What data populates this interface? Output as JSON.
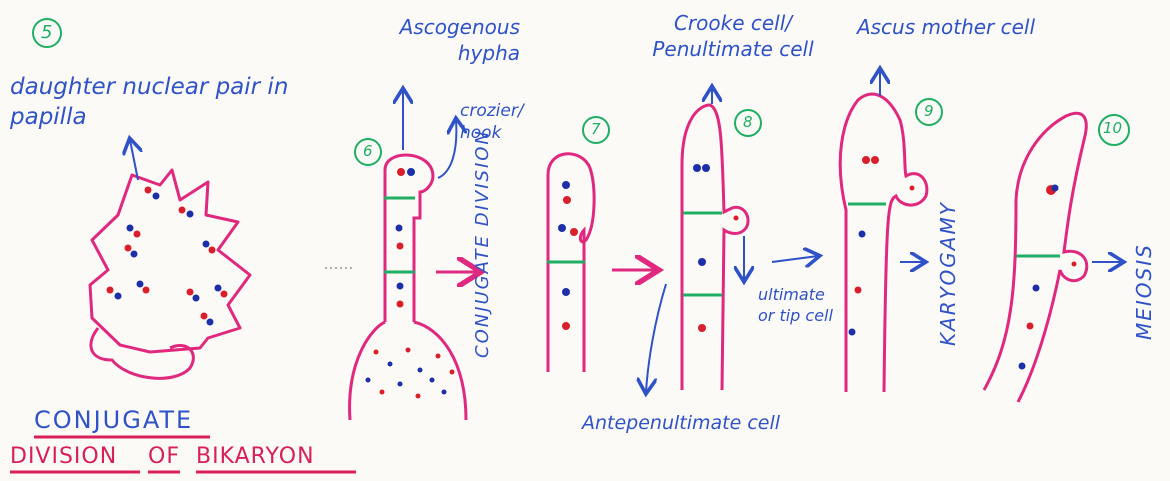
{
  "colors": {
    "outline": "#e0287f",
    "ink_blue": "#2f52c8",
    "nucleus_red": "#d81f2a",
    "nucleus_blue": "#1c2fa8",
    "septum_green": "#1fae63",
    "paper": "#fbfaf6"
  },
  "stages": [
    {
      "number": "5",
      "label": "daughter nuclear pair in papilla"
    },
    {
      "number": "6",
      "label_top": "Ascogenous hypha",
      "label_side": "crozier/ hook"
    },
    {
      "number": "7"
    },
    {
      "number": "8",
      "label_top": "Crooke cell/ Penultimate cell",
      "label_ultimate": "ultimate or tip cell",
      "label_bottom": "Antepenultimate cell"
    },
    {
      "number": "9",
      "label_top": "Ascus mother cell"
    },
    {
      "number": "10"
    }
  ],
  "processes": {
    "conjugate_division": "CONJUGATE DIVISION",
    "karyogamy": "KARYOGAMY",
    "meiosis": "MEIOSIS"
  },
  "title": {
    "line1": "CONJUGATE",
    "line2_a": "DIVISION",
    "line2_b": "OF",
    "line2_c": "BIKARYON"
  }
}
